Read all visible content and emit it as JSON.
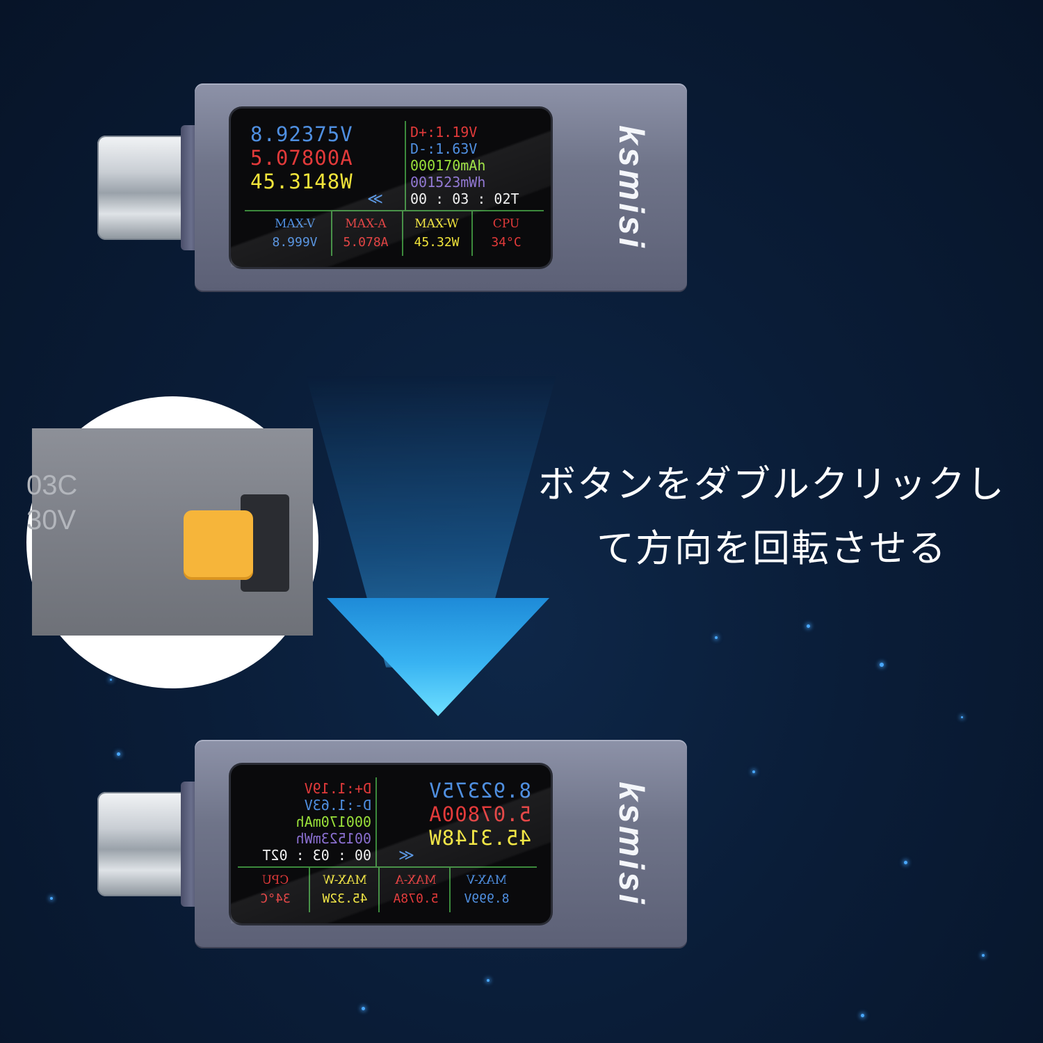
{
  "meter": {
    "brand": "ksmisi",
    "voltage": "8.92375V",
    "current": "5.07800A",
    "power": "45.3148W",
    "arrow": "≪",
    "d_plus": "D+:1.19V",
    "d_minus": "D-:1.63V",
    "capacity_mah": "000170mAh",
    "energy_mwh": "001523mWh",
    "timer": "00 : 03 : 02T",
    "max_v_label": "MAX-V",
    "max_v": "8.999V",
    "max_a_label": "MAX-A",
    "max_a": "5.078A",
    "max_w_label": "MAX-W",
    "max_w": "45.32W",
    "cpu_label": "CPU",
    "cpu": "34°C"
  },
  "zoom": {
    "label_line1": "03C",
    "label_line2": "30V"
  },
  "caption": {
    "line1": "ボタンをダブルクリックし",
    "line2": "て方向を回転させる"
  },
  "colors": {
    "voltage": "#4f8fe0",
    "current": "#e23a3a",
    "power": "#f1e43a",
    "green": "#9be23a",
    "purple": "#8a6fd0",
    "white": "#f2f2f2",
    "button": "#f6b53a"
  }
}
